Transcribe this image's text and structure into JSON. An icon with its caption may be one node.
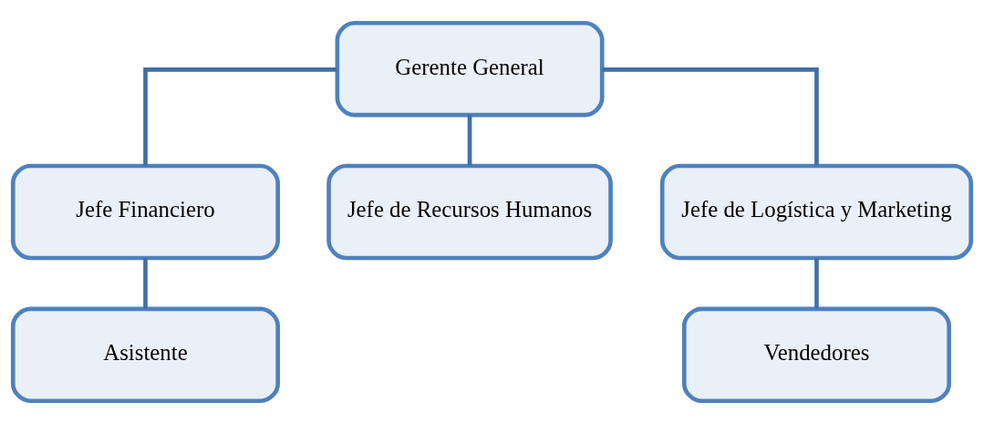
{
  "diagram": {
    "nodes": [
      {
        "text": [
          "Gerente General"
        ]
      },
      {
        "text": [
          "Jefe Financiero"
        ]
      },
      {
        "text": [
          "Jefe de Recursos Humanos"
        ]
      },
      {
        "text": [
          "Jefe de Logística y Marketing"
        ]
      },
      {
        "text": [
          "Asistente"
        ]
      },
      {
        "text": [
          "Vendedores"
        ]
      }
    ],
    "edges": [
      {
        "from": 0,
        "to": 1,
        "arrow": "none"
      },
      {
        "from": 0,
        "to": 2,
        "arrow": "none"
      },
      {
        "from": 0,
        "to": 3,
        "arrow": "none"
      },
      {
        "from": 1,
        "to": 4,
        "arrow": "none"
      },
      {
        "from": 3,
        "to": 5,
        "arrow": "none"
      }
    ]
  }
}
